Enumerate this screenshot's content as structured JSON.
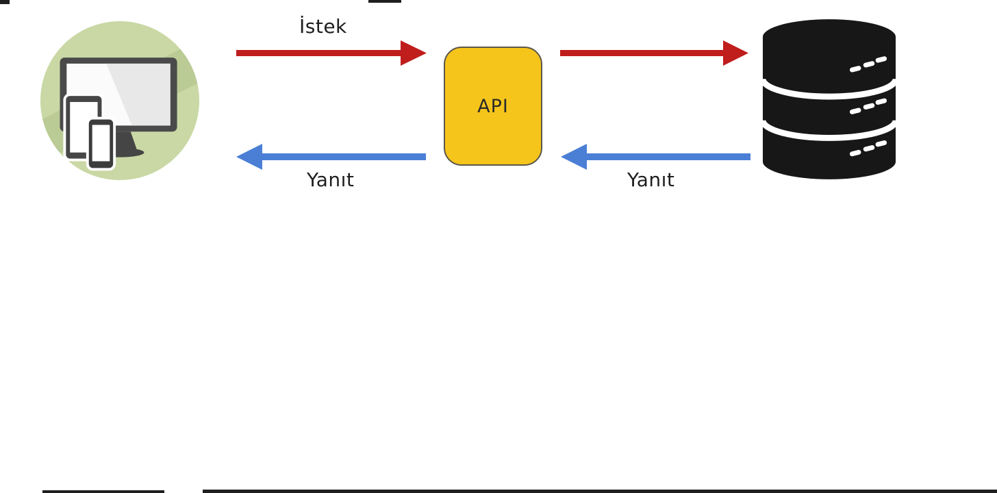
{
  "diagram": {
    "description": "API request-response flow diagram"
  },
  "colors": {
    "background": "#ffffff",
    "request_arrow": "#c01d1d",
    "response_arrow": "#4b7fd6",
    "api_fill": "#f6c51b",
    "api_border": "#5a564c",
    "client_circle": "#c9d8a4",
    "client_shadow": "#a9bd85",
    "device_frame": "#4a4a4a",
    "database": "#171717",
    "text": "#1e1e1e"
  },
  "icons": {
    "client": "client-devices-icon",
    "database": "database-icon"
  },
  "nodes": {
    "api": {
      "label": "API"
    }
  },
  "labels": {
    "request": "İstek",
    "response_left": "Yanıt",
    "response_right": "Yanıt"
  },
  "arrows": [
    {
      "from": "client",
      "to": "api",
      "color": "red",
      "label": "İstek"
    },
    {
      "from": "api",
      "to": "database",
      "color": "red",
      "label": ""
    },
    {
      "from": "database",
      "to": "api",
      "color": "blue",
      "label": "Yanıt"
    },
    {
      "from": "api",
      "to": "client",
      "color": "blue",
      "label": "Yanıt"
    }
  ]
}
